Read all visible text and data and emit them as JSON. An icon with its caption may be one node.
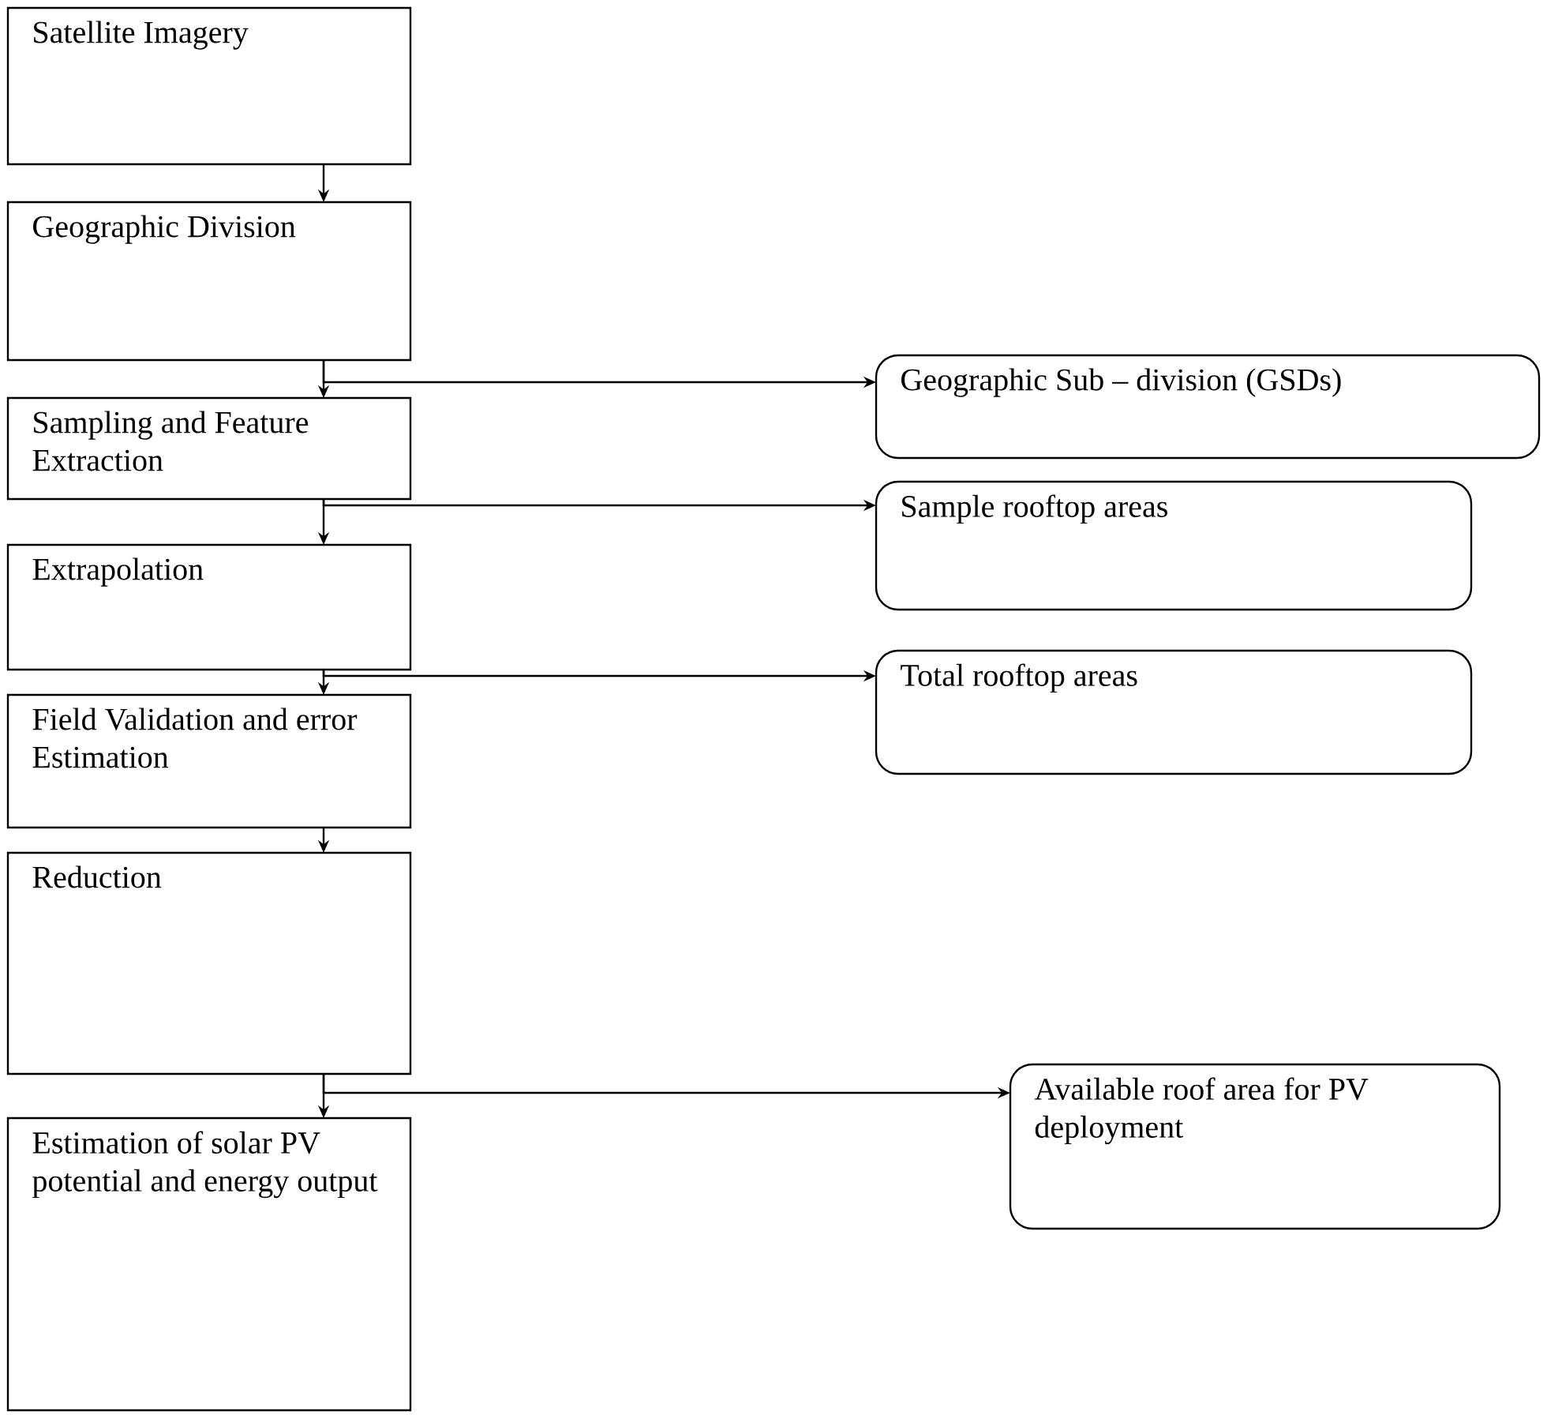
{
  "diagram": {
    "nodes": [
      {
        "text": [
          "Satellite Imagery"
        ]
      },
      {
        "text": [
          "Geographic Division"
        ]
      },
      {
        "text": [
          "Sampling and Feature Extraction"
        ]
      },
      {
        "text": [
          "Extrapolation"
        ]
      },
      {
        "text": [
          "Field Validation and error Estimation"
        ]
      },
      {
        "text": [
          "Reduction"
        ]
      },
      {
        "text": [
          "Estimation of solar PV potential and energy output"
        ]
      },
      {
        "text": [
          "Geographic Sub – division (GSDs)"
        ]
      },
      {
        "text": [
          "Sample rooftop areas"
        ]
      },
      {
        "text": [
          "Total rooftop areas"
        ]
      },
      {
        "text": [
          "Available roof area for PV deployment"
        ]
      }
    ],
    "edges": [
      {
        "from": 0,
        "to": 1,
        "arrow": "to"
      },
      {
        "from": 1,
        "to": 2,
        "arrow": "to"
      },
      {
        "from": 1,
        "to": 7,
        "arrow": "to"
      },
      {
        "from": 2,
        "to": 3,
        "arrow": "to"
      },
      {
        "from": 2,
        "to": 8,
        "arrow": "to"
      },
      {
        "from": 3,
        "to": 4,
        "arrow": "to"
      },
      {
        "from": 3,
        "to": 9,
        "arrow": "to"
      },
      {
        "from": 4,
        "to": 5,
        "arrow": "to"
      },
      {
        "from": 5,
        "to": 6,
        "arrow": "to"
      },
      {
        "from": 5,
        "to": 10,
        "arrow": "to"
      }
    ]
  }
}
